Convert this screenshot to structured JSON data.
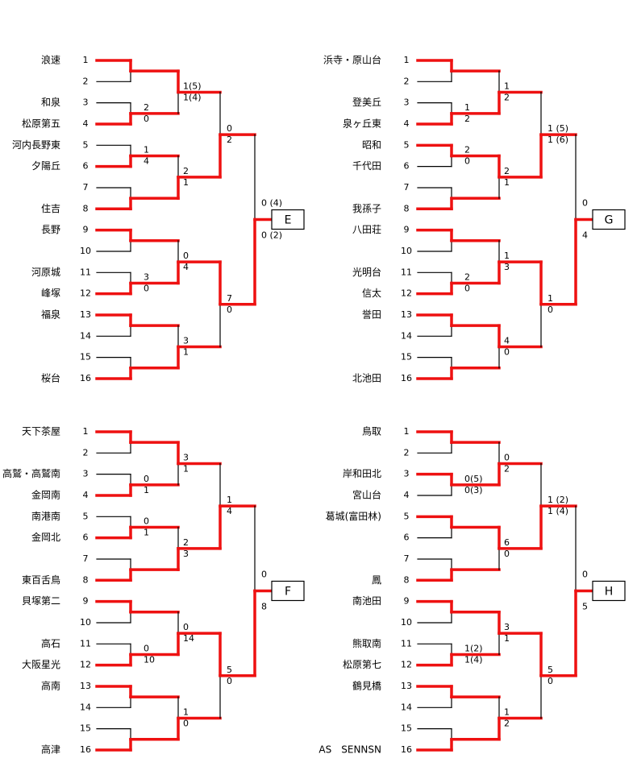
{
  "brackets": [
    {
      "id": "E",
      "winner_label": "E",
      "teams": [
        "浪速",
        "",
        "和泉",
        "松原第五",
        "河内長野東",
        "夕陽丘",
        "",
        "住吉",
        "長野",
        "",
        "河原城",
        "峰塚",
        "福泉",
        "",
        "",
        "桜台"
      ],
      "seeds": [
        "1",
        "2",
        "3",
        "4",
        "5",
        "6",
        "7",
        "8",
        "9",
        "10",
        "11",
        "12",
        "13",
        "14",
        "15",
        "16"
      ],
      "r1_winners": [
        0,
        1,
        1,
        1,
        0,
        1,
        0,
        1
      ],
      "r1_scores": [
        [
          "",
          ""
        ],
        [
          "2",
          "0"
        ],
        [
          "1",
          "4"
        ],
        [
          "",
          ""
        ],
        [
          "",
          ""
        ],
        [
          "3",
          "0"
        ],
        [
          "",
          ""
        ],
        [
          "",
          ""
        ]
      ],
      "r2_winners": [
        0,
        1,
        1,
        1
      ],
      "r2_scores": [
        [
          "1(5)",
          "1(4)"
        ],
        [
          "2",
          "1"
        ],
        [
          "0",
          "4"
        ],
        [
          "3",
          "1"
        ]
      ],
      "r3_winners": [
        1,
        0
      ],
      "r3_scores": [
        [
          "0",
          "2"
        ],
        [
          "7",
          "0"
        ]
      ],
      "final_winner": 1,
      "final_score": [
        "0 (4)",
        "0 (2)"
      ]
    },
    {
      "id": "G",
      "winner_label": "G",
      "teams": [
        "浜寺・原山台",
        "",
        "登美丘",
        "泉ヶ丘東",
        "昭和",
        "千代田",
        "",
        "我孫子",
        "八田荘",
        "",
        "光明台",
        "信太",
        "誉田",
        "",
        "",
        "北池田"
      ],
      "seeds": [
        "1",
        "2",
        "3",
        "4",
        "5",
        "6",
        "7",
        "8",
        "9",
        "10",
        "11",
        "12",
        "13",
        "14",
        "15",
        "16"
      ],
      "r1_winners": [
        0,
        1,
        0,
        1,
        0,
        1,
        0,
        1
      ],
      "r1_scores": [
        [
          "",
          ""
        ],
        [
          "1",
          "2"
        ],
        [
          "2",
          "0"
        ],
        [
          "",
          ""
        ],
        [
          "",
          ""
        ],
        [
          "2",
          "0"
        ],
        [
          "",
          ""
        ],
        [
          "",
          ""
        ]
      ],
      "r2_winners": [
        1,
        0,
        1,
        0
      ],
      "r2_scores": [
        [
          "1",
          "2"
        ],
        [
          "2",
          "1"
        ],
        [
          "1",
          "3"
        ],
        [
          "4",
          "0"
        ]
      ],
      "r3_winners": [
        1,
        0
      ],
      "r3_scores": [
        [
          "1 (5)",
          "1 (6)"
        ],
        [
          "1",
          "0"
        ]
      ],
      "final_winner": 1,
      "final_score": [
        "0",
        "4"
      ]
    },
    {
      "id": "F",
      "winner_label": "F",
      "teams": [
        "天下茶屋",
        "",
        "高鷲・高鷲南",
        "金岡南",
        "南港南",
        "金岡北",
        "",
        "東百舌鳥",
        "貝塚第二",
        "",
        "高石",
        "大阪星光",
        "高南",
        "",
        "",
        "高津"
      ],
      "seeds": [
        "1",
        "2",
        "3",
        "4",
        "5",
        "6",
        "7",
        "8",
        "9",
        "10",
        "11",
        "12",
        "13",
        "14",
        "15",
        "16"
      ],
      "r1_winners": [
        0,
        1,
        1,
        1,
        0,
        1,
        0,
        1
      ],
      "r1_scores": [
        [
          "",
          ""
        ],
        [
          "0",
          "1"
        ],
        [
          "0",
          "1"
        ],
        [
          "",
          ""
        ],
        [
          "",
          ""
        ],
        [
          "0",
          "10"
        ],
        [
          "",
          ""
        ],
        [
          "",
          ""
        ]
      ],
      "r2_winners": [
        0,
        1,
        1,
        1
      ],
      "r2_scores": [
        [
          "3",
          "1"
        ],
        [
          "2",
          "3"
        ],
        [
          "0",
          "14"
        ],
        [
          "1",
          "0"
        ]
      ],
      "r3_winners": [
        1,
        0
      ],
      "r3_scores": [
        [
          "1",
          "4"
        ],
        [
          "5",
          "0"
        ]
      ],
      "final_winner": 1,
      "final_score": [
        "0",
        "8"
      ]
    },
    {
      "id": "H",
      "winner_label": "H",
      "teams": [
        "鳥取",
        "",
        "岸和田北",
        "宮山台",
        "葛城(富田林)",
        "",
        "",
        "鳳",
        "南池田",
        "",
        "熊取南",
        "松原第七",
        "鶴見橋",
        "",
        "",
        "AS　SENNSN"
      ],
      "seeds": [
        "1",
        "2",
        "3",
        "4",
        "5",
        "6",
        "7",
        "8",
        "9",
        "10",
        "11",
        "12",
        "13",
        "14",
        "15",
        "16"
      ],
      "r1_winners": [
        0,
        0,
        0,
        1,
        0,
        1,
        0,
        1
      ],
      "r1_scores": [
        [
          "",
          ""
        ],
        [
          "0(5)",
          "0(3)"
        ],
        [
          "",
          ""
        ],
        [
          "",
          ""
        ],
        [
          "",
          ""
        ],
        [
          "1(2)",
          "1(4)"
        ],
        [
          "",
          ""
        ],
        [
          "",
          ""
        ]
      ],
      "r2_winners": [
        1,
        0,
        0,
        1
      ],
      "r2_scores": [
        [
          "0",
          "2"
        ],
        [
          "6",
          "0"
        ],
        [
          "3",
          "1"
        ],
        [
          "1",
          "2"
        ]
      ],
      "r3_winners": [
        1,
        0
      ],
      "r3_scores": [
        [
          "1 (2)",
          "1 (4)"
        ],
        [
          "5",
          "0"
        ]
      ],
      "final_winner": 1,
      "final_score": [
        "0",
        "5"
      ]
    }
  ],
  "colors": {
    "win": "#ee1111",
    "line": "#000000",
    "box": "#000000"
  }
}
